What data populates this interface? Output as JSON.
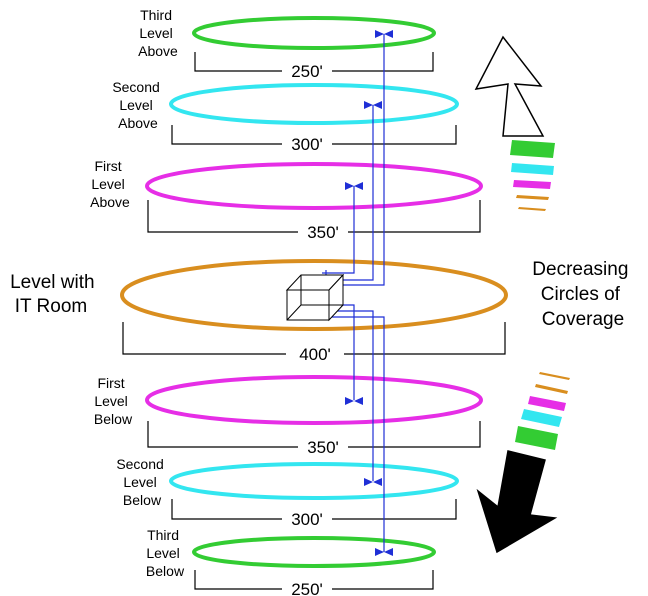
{
  "levels": [
    {
      "label": [
        "Third",
        "Level",
        "Above"
      ],
      "dimension": "250'",
      "color": "#33cc33"
    },
    {
      "label": [
        "Second",
        "Level",
        "Above"
      ],
      "dimension": "300'",
      "color": "#33e6f0"
    },
    {
      "label": [
        "First",
        "Level",
        "Above"
      ],
      "dimension": "350'",
      "color": "#e62ee6"
    },
    {
      "label": [
        "Level with",
        "IT Room"
      ],
      "dimension": "400'",
      "color": "#d98e1f"
    },
    {
      "label": [
        "First",
        "Level",
        "Below"
      ],
      "dimension": "350'",
      "color": "#e62ee6"
    },
    {
      "label": [
        "Second",
        "Level",
        "Below"
      ],
      "dimension": "300'",
      "color": "#33e6f0"
    },
    {
      "label": [
        "Third",
        "Level",
        "Below"
      ],
      "dimension": "250'",
      "color": "#33cc33"
    }
  ],
  "caption": [
    "Decreasing",
    "Circles of",
    "Coverage"
  ],
  "colors": {
    "cable": "#1f2fd6",
    "green": "#33cc33",
    "cyan": "#33e6f0",
    "magenta": "#e62ee6",
    "orange": "#d98e1f"
  },
  "icons": [
    "up-arrow-icon",
    "down-arrow-icon",
    "it-room-box-icon",
    "antenna-icon"
  ]
}
